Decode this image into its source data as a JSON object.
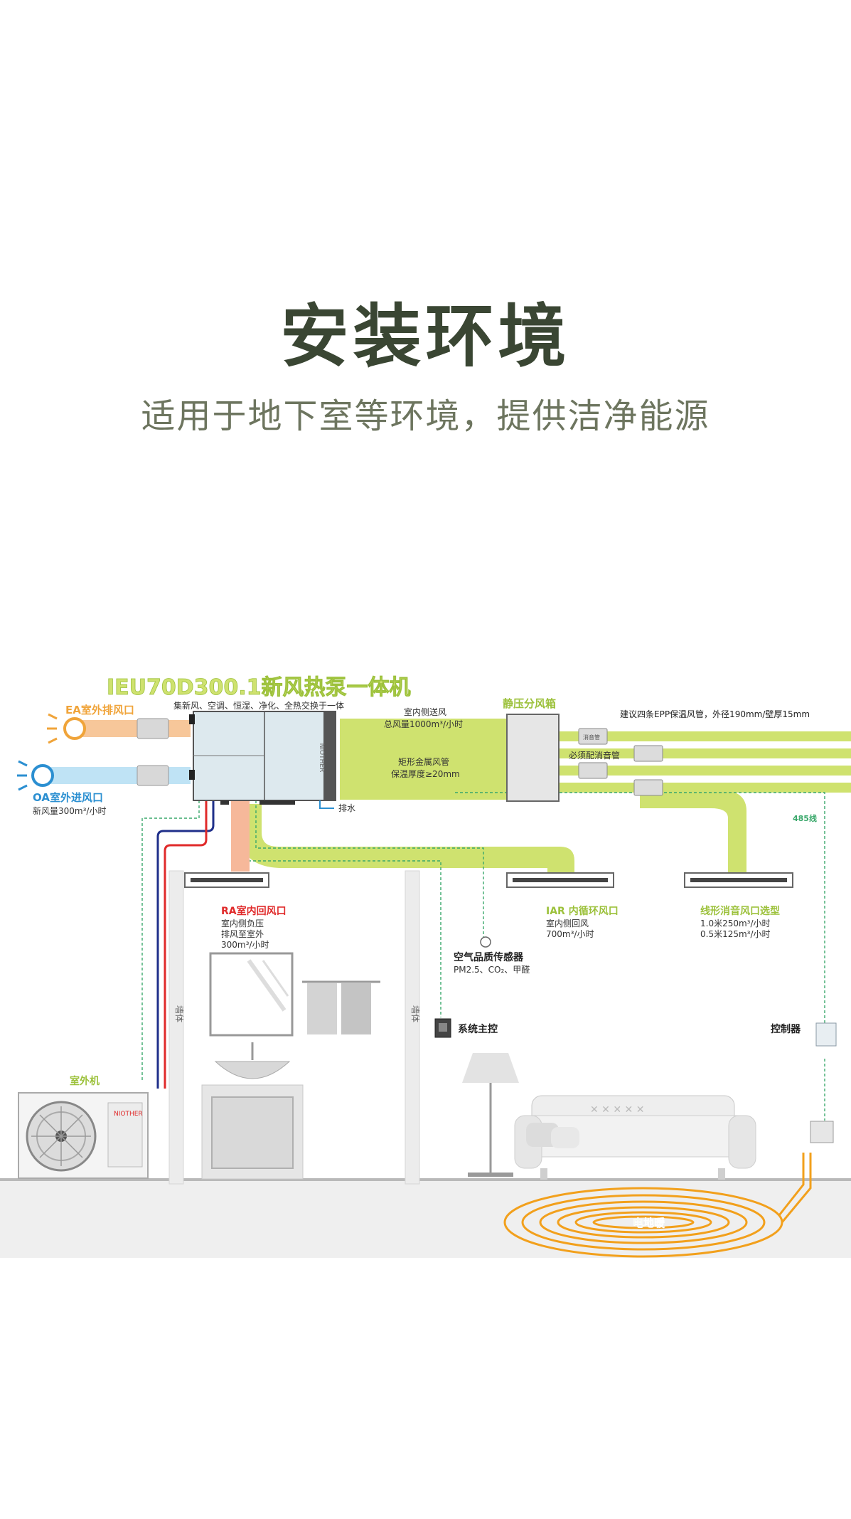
{
  "hero": {
    "title": "安装环境",
    "subtitle": "适用于地下室等环境，提供洁净能源"
  },
  "colors": {
    "title": "#3a4633",
    "subtitle": "#6d755f",
    "duct_green": "#cfe26f",
    "label_green": "#9cc13b",
    "exhaust_orange": "#f0a43a",
    "intake_blue": "#2b8fd1",
    "return_red": "#e02a2a",
    "floor_heating": "#f2a01c"
  },
  "diagram": {
    "unit_title": "IEU70D300.1新风热泵一体机",
    "unit_subtitle": "集新风、空调、恒湿、净化、全热交换于一体",
    "ea_label": "EA室外排风口",
    "oa_label": "OA室外进风口",
    "oa_flow": "新风量300m³/小时",
    "supply_label": "室内侧送风",
    "supply_flow": "总风量1000m³/小时",
    "duct_type": "矩形金属风管",
    "duct_insulation": "保温厚度≥20mm",
    "drain_label": "排水",
    "plenum_label": "静压分风箱",
    "epp_label": "建议四条EPP保温风管，外径190mm/壁厚15mm",
    "silencer_tag": "消音管",
    "silencer_note": "必须配消音管",
    "wire_485": "485线",
    "ra_title": "RA室内回风口",
    "ra_line1": "室内侧负压",
    "ra_line2": "排风至室外",
    "ra_line3": "300m³/小时",
    "iar_title": "IAR 内循环风口",
    "iar_line1": "室内侧回风",
    "iar_line2": "700m³/小时",
    "linear_title": "线形消音风口选型",
    "linear_line1": "1.0米250m³/小时",
    "linear_line2": "0.5米125m³/小时",
    "sensor_title": "空气品质传感器",
    "sensor_sub": "PM2.5、CO₂、甲醛",
    "main_control": "系统主控",
    "controller": "控制器",
    "outdoor_unit": "室外机",
    "wall": "墙体",
    "floor_heating": "电地暖"
  }
}
